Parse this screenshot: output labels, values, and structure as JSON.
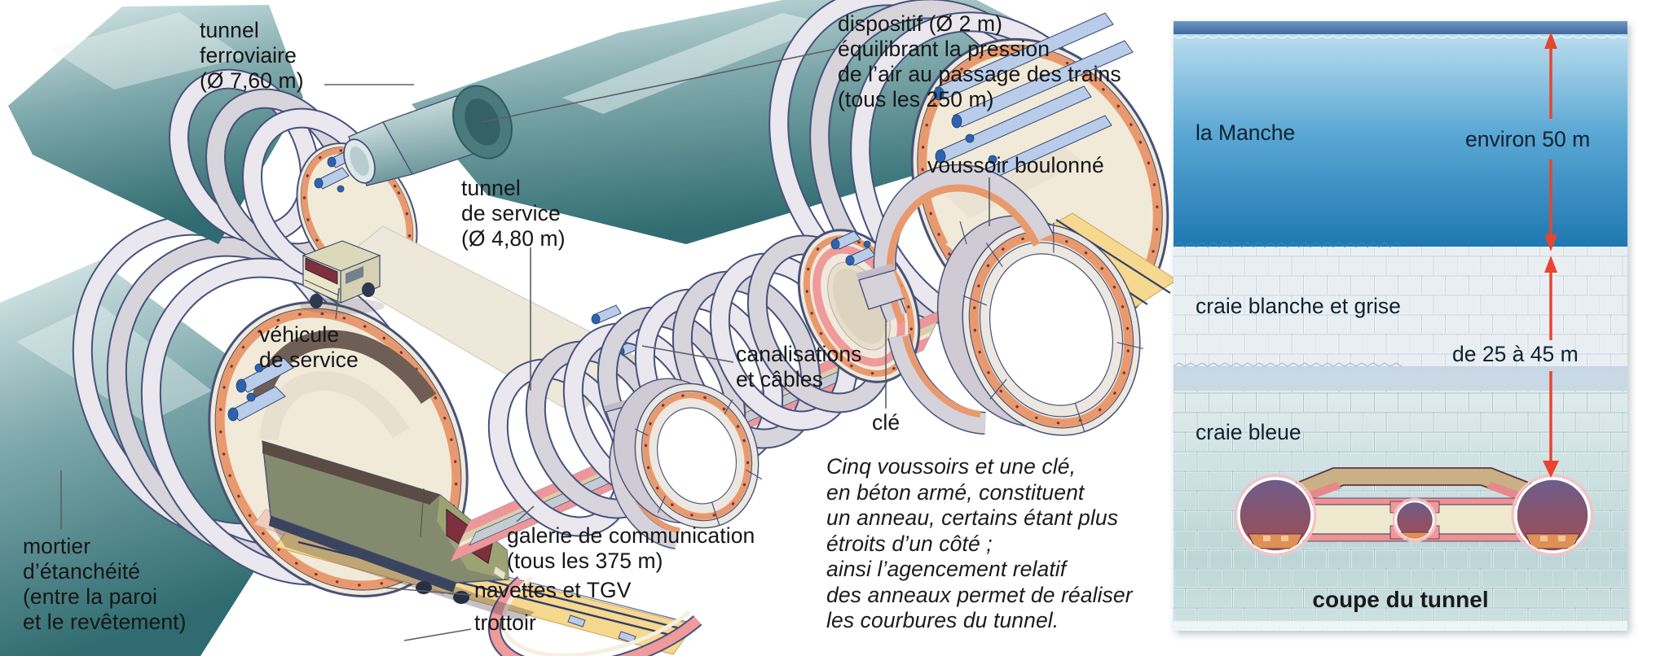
{
  "illustration": {
    "title_semantic": "Cutaway diagram of the Channel Tunnel system",
    "labels": {
      "tunnel_ferroviaire": "tunnel\nferroviaire\n(Ø 7,60 m)",
      "dispositif": "dispositif (Ø 2 m)\néquilibrant la pression\nde l’air au passage des trains\n(tous les 250 m)",
      "voussoir_boulonne": "voussoir boulonné",
      "tunnel_de_service": "tunnel\nde service\n(Ø 4,80 m)",
      "vehicule_de_service": "véhicule\nde service",
      "canalisations": "canalisations\net câbles",
      "cle": "clé",
      "galerie": "galerie de communication\n(tous les 375 m)",
      "navettes": "navettes et TGV",
      "trottoir": "trottoir",
      "mortier": "mortier\nd’étanchéité\n(entre la paroi\net le revêtement)"
    },
    "note": "Cinq voussoirs et une clé,\nen béton armé, constituent\nun anneau, certains étant plus\nétroits d’un côté ;\nainsi l’agencement relatif\ndes anneaux permet de réaliser\nles courbures du tunnel."
  },
  "cross_section": {
    "sea_label": "la Manche",
    "sea_depth": "environ 50 m",
    "chalk_white_label": "craie blanche et grise",
    "chalk_depth": "de 25 à 45 m",
    "chalk_blue_label": "craie bleue",
    "caption": "coupe du tunnel"
  },
  "colors": {
    "arrow_red": "#e8452e",
    "tunnel_teal": "#4e8b8f",
    "lining_salmon": "#ee979b",
    "segment_orange": "#e89a6e",
    "track_yellow": "#f6d88e",
    "sea_blue": "#2e86bd",
    "chalk_white": "#e9eef3",
    "chalk_blue": "#cfe1e2"
  }
}
